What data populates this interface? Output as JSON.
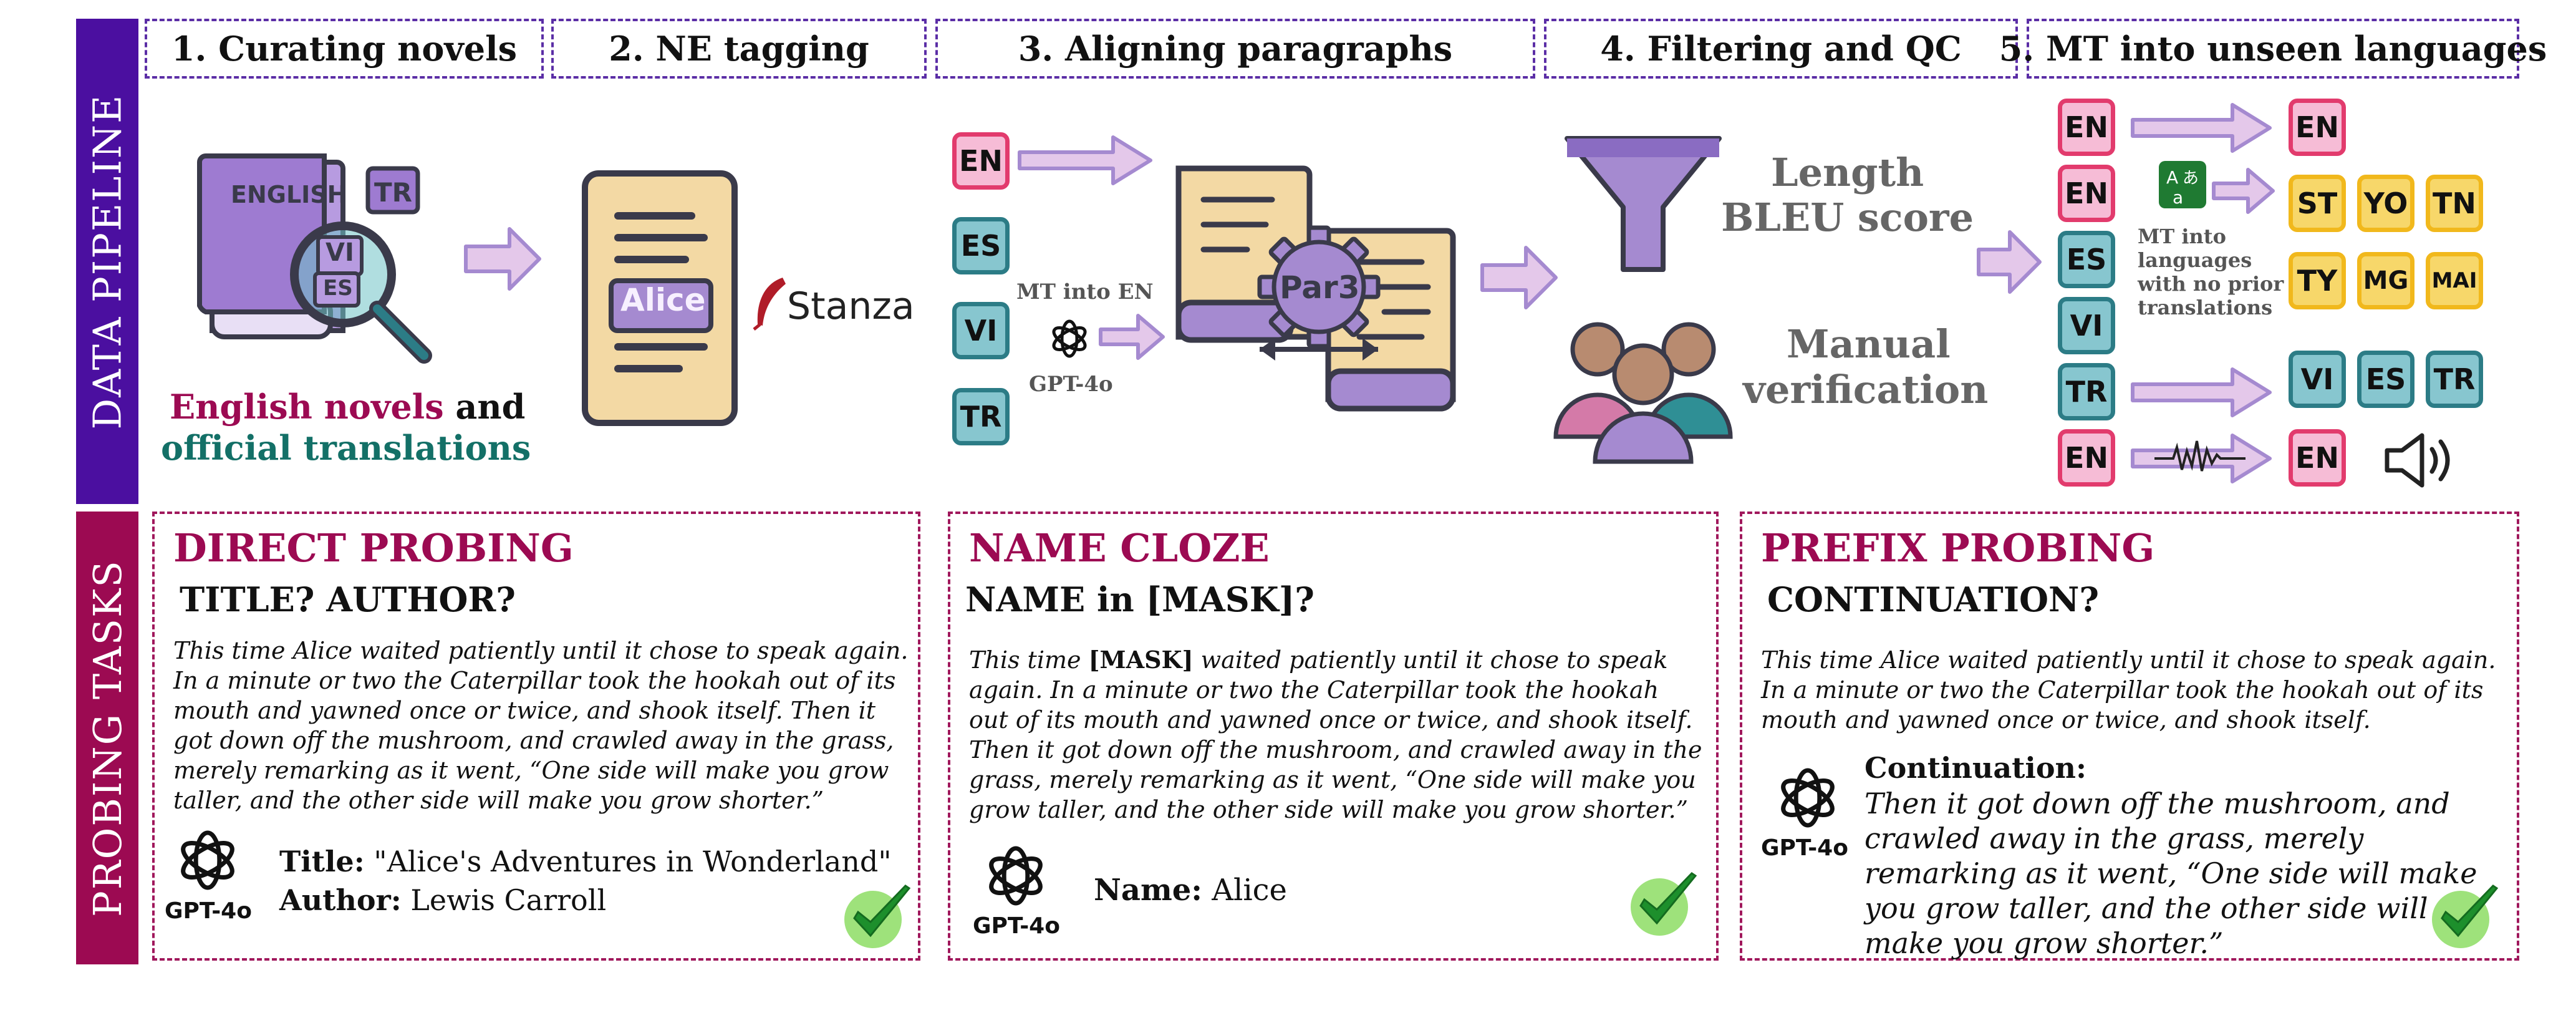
{
  "sidebar": {
    "pipeline_label": "DATA PIPELINE",
    "tasks_label": "PROBING TASKS"
  },
  "steps": [
    {
      "label": "1. Curating novels"
    },
    {
      "label": "2. NE tagging"
    },
    {
      "label": "3. Aligning paragraphs"
    },
    {
      "label": "4. Filtering and QC"
    },
    {
      "label": "5. MT into unseen languages"
    }
  ],
  "step1": {
    "book_text": "ENGLISH",
    "tag_tr": "TR",
    "tag_vi": "VI",
    "tag_es": "ES",
    "caption_part1": "English novels",
    "caption_part2": "and",
    "caption_part3": "official translations"
  },
  "step2": {
    "highlight": "Alice",
    "tool": "Stanza"
  },
  "step3": {
    "langs": [
      "EN",
      "ES",
      "VI",
      "TR"
    ],
    "mt_label": "MT into EN",
    "model": "GPT-4o",
    "gear_label": "Par3"
  },
  "step4": {
    "metric_line1": "Length",
    "metric_line2": "BLEU score",
    "manual_line1": "Manual",
    "manual_line2": "verification"
  },
  "step5": {
    "left_langs": [
      "EN",
      "EN",
      "ES",
      "VI",
      "TR",
      "EN"
    ],
    "target_en": "EN",
    "unseen": [
      "ST",
      "YO",
      "TN",
      "TY",
      "MG",
      "MAI"
    ],
    "mt_note": [
      "MT into",
      "languages",
      "with no prior",
      "translations"
    ],
    "official": [
      "VI",
      "ES",
      "TR"
    ],
    "audio_en": "EN"
  },
  "tasks": {
    "direct": {
      "title": "DIRECT PROBING",
      "subtitle": "TITLE? AUTHOR?",
      "passage": "This time Alice waited patiently until it chose to speak again. In a minute or two the Caterpillar took the hookah out of its mouth and yawned once or twice, and shook itself. Then it got down off the mushroom, and crawled away in the grass, merely remarking as it went, “One side will make you grow taller, and the other side will make you grow shorter.”",
      "model": "GPT-4o",
      "title_key": "Title:",
      "title_value": "\"Alice's Adventures in Wonderland\"",
      "author_key": "Author:",
      "author_value": "Lewis Carroll"
    },
    "cloze": {
      "title": "NAME CLOZE",
      "subtitle": "NAME in [MASK]?",
      "passage_pre": "This time ",
      "mask": "[MASK]",
      "passage_post": " waited patiently until it chose to speak again. In a minute or two the Caterpillar took the hookah out of its mouth and yawned once or twice, and shook itself. Then it got down off the mushroom, and crawled away in the grass, merely remarking as it went, “One side will make you grow taller, and the other side will make you grow shorter.”",
      "model": "GPT-4o",
      "name_key": "Name:",
      "name_value": "Alice"
    },
    "prefix": {
      "title": "PREFIX PROBING",
      "subtitle": "CONTINUATION?",
      "passage": "This time Alice waited patiently until it chose to speak again. In a minute or two the Caterpillar took the hookah out of its mouth and yawned once or twice, and shook itself.",
      "model": "GPT-4o",
      "cont_key": "Continuation:",
      "cont_value": "Then it got down off the mushroom, and crawled away in the grass, merely remarking as it went, “One side will make you grow taller, and the other side will make you grow shorter.”"
    }
  },
  "colors": {
    "pipeline_bar": "#4b0fa0",
    "tasks_bar": "#9c0a52",
    "accent_purple": "#a58ad0",
    "arrow_fill": "#e4c8ea",
    "check_green": "#1d8f2c"
  }
}
